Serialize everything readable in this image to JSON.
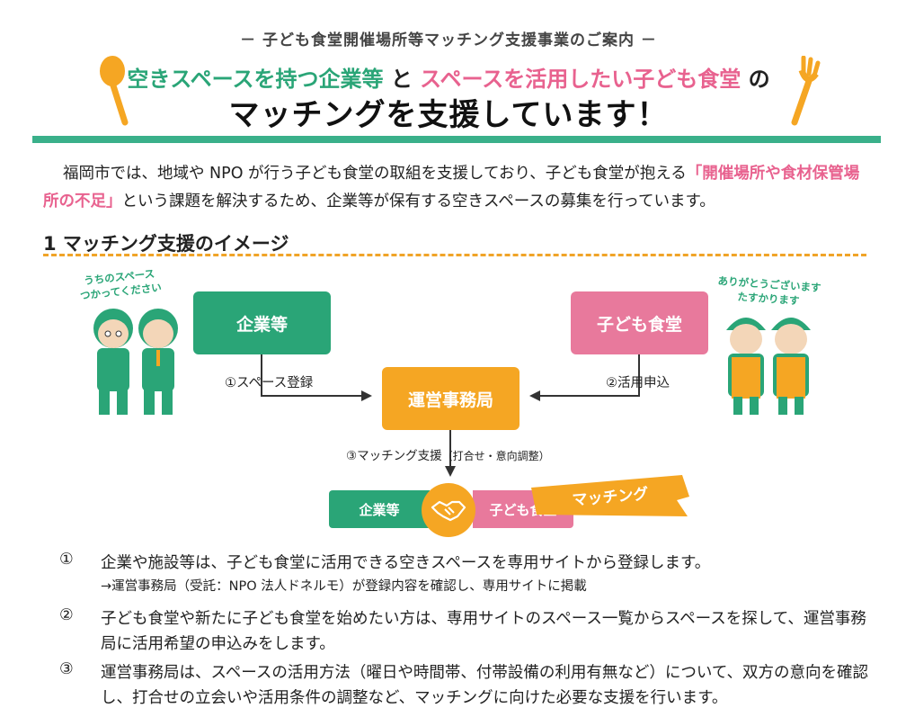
{
  "header": {
    "overline": "－ 子ども食堂開催場所等マッチング支援事業のご案内 －",
    "headline_part1": "空きスペースを持つ企業等",
    "headline_part2": "と",
    "headline_part3": "スペースを活用したい子ども食堂",
    "headline_part4": "の",
    "headline_main": "マッチングを支援しています！",
    "spoon_icon": "spoon-icon",
    "fork_icon": "fork-icon"
  },
  "intro": {
    "text_before": "福岡市では、地域や NPO が行う子ども食堂の取組を支援しており、子ども食堂が抱える",
    "highlight": "「開催場所や食材保管場所の不足」",
    "text_after": "という課題を解決するため、企業等が保有する空きスペースの募集を行っています。"
  },
  "section": {
    "title": "1 マッチング支援のイメージ"
  },
  "diagram": {
    "company_label": "企業等",
    "kids_label": "子ども食堂",
    "office_label": "運営事務局",
    "step1_label": "①スペース登録",
    "step2_label": "②活用申込",
    "step3_label": "③マッチング支援",
    "step3_note": "（打合せ・意向調整）",
    "chip_company": "企業等",
    "chip_kids": "子ども食堂",
    "banner_text": "マッチング",
    "speech_left_line1": "うちのスペース",
    "speech_left_line2": "つかってください",
    "speech_right_line1": "ありがとうございます",
    "speech_right_line2": "たすかります",
    "colors": {
      "green": "#2aa577",
      "pink": "#e8799c",
      "orange": "#f5a623"
    }
  },
  "steps": [
    {
      "num": "①",
      "text": "企業や施設等は、子ども食堂に活用できる空きスペースを専用サイトから登録します。",
      "sub": "→運営事務局（受託：NPO 法人ドネルモ）が登録内容を確認し、専用サイトに掲載"
    },
    {
      "num": "②",
      "text": "子ども食堂や新たに子ども食堂を始めたい方は、専用サイトのスペース一覧からスペースを探して、運営事務局に活用希望の申込みをします。"
    },
    {
      "num": "③",
      "text": "運営事務局は、スペースの活用方法（曜日や時間帯、付帯設備の利用有無など）について、双方の意向を確認し、打合せの立会いや活用条件の調整など、マッチングに向けた必要な支援を行います。"
    }
  ]
}
